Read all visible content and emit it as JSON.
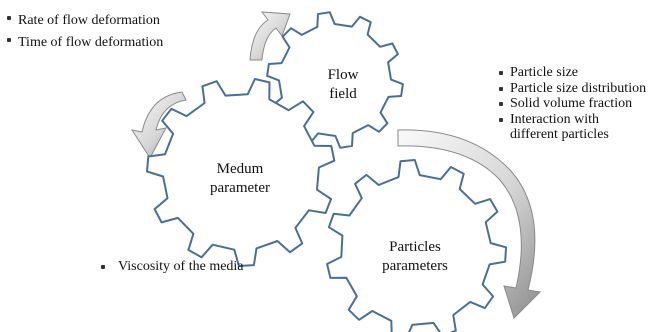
{
  "gears": {
    "flow": {
      "line1": "Flow",
      "line2": "field"
    },
    "medium": {
      "line1": "Medum",
      "line2": "parameter"
    },
    "particles": {
      "line1": "Particles",
      "line2": "parameters"
    }
  },
  "flow_factors": [
    "Rate of flow deformation",
    "Time of flow deformation"
  ],
  "particle_factors": [
    "Particle size",
    "Particle size distribution",
    "Solid volume fraction",
    "Interaction with",
    "different particles"
  ],
  "medium_factors": [
    "Viscosity of the media"
  ],
  "colors": {
    "gear_stroke": "#4a6f96",
    "gear_fill": "#ffffff",
    "arrow_light": "#f2f2f2",
    "arrow_dark": "#9a9a9a"
  }
}
